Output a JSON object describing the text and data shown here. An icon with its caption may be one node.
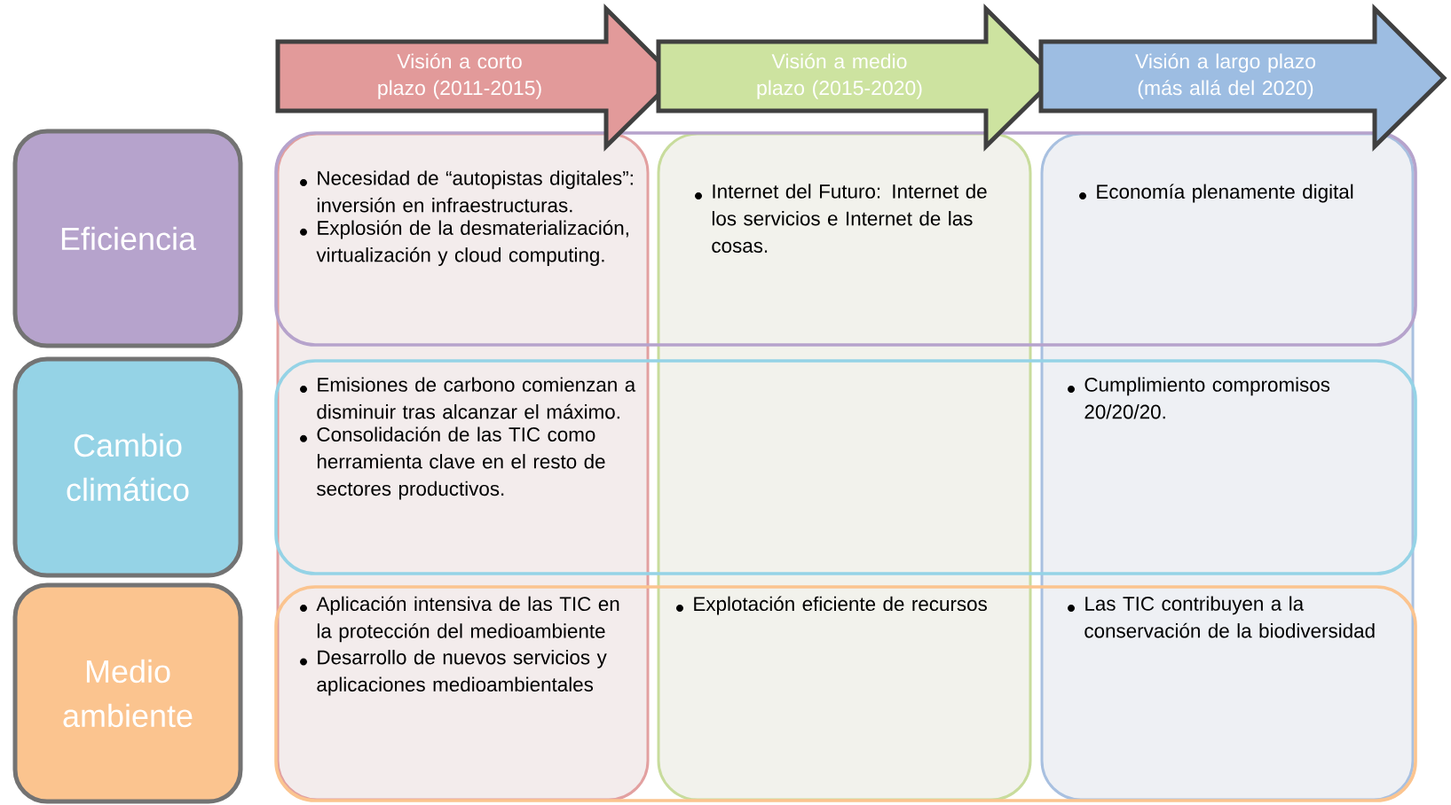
{
  "diagram": {
    "nodes": [
      {
        "text": [
          "Visión a corto plazo (2011-2015)"
        ]
      },
      {
        "text": [
          "Visión a medio plazo (2015-2020)"
        ]
      },
      {
        "text": [
          "Visión a largo plazo (más allá del 2020)"
        ]
      },
      {
        "text": [
          "Eficiencia"
        ]
      },
      {
        "text": [
          "Cambio climático"
        ]
      },
      {
        "text": [
          "Medio ambiente"
        ]
      }
    ],
    "labels": [
      "Necesidad de “autopistas digitales”: inversión en infraestructuras.",
      "Explosión de la desmaterialización, virtualización y cloud computing.",
      "Internet del Futuro: Internet de los servicios e Internet de las cosas.",
      "Economía plenamente digital",
      "Emisiones de carbono comienzan a disminuir tras alcanzar el máximo.",
      "Consolidación de las TIC como herramienta clave en el resto de sectores productivos.",
      "Cumplimiento compromisos 20/20/20.",
      "Aplicación intensiva de las TIC en la protección del medioambiente",
      "Desarrollo de nuevos servicios y aplicaciones medioambientales",
      "Explotación eficiente de recursos",
      "Las TIC contribuyen a la conservación de la biodiversidad"
    ]
  }
}
